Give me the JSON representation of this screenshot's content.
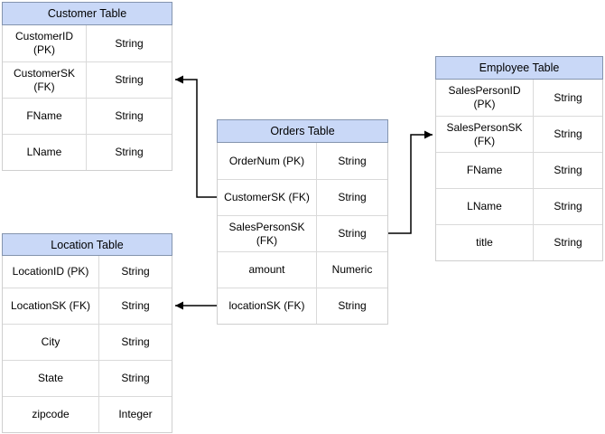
{
  "diagram": {
    "type": "entity-relationship-diagram",
    "background_color": "#ffffff",
    "header_fill_color": "#c9d8f7",
    "connector_color": "#000000",
    "tables": {
      "customer": {
        "title": "Customer Table",
        "rows": [
          {
            "field": "CustomerID (PK)",
            "type": "String"
          },
          {
            "field": "CustomerSK\n(FK)",
            "type": "String"
          },
          {
            "field": "FName",
            "type": "String"
          },
          {
            "field": "LName",
            "type": "String"
          }
        ]
      },
      "orders": {
        "title": "Orders Table",
        "rows": [
          {
            "field": "OrderNum (PK)",
            "type": "String"
          },
          {
            "field": "CustomerSK (FK)",
            "type": "String"
          },
          {
            "field": "SalesPersonSK\n(FK)",
            "type": "String"
          },
          {
            "field": "amount",
            "type": "Numeric"
          },
          {
            "field": "locationSK (FK)",
            "type": "String"
          }
        ]
      },
      "employee": {
        "title": "Employee Table",
        "rows": [
          {
            "field": "SalesPersonID (PK)",
            "type": "String"
          },
          {
            "field": "SalesPersonSK\n(FK)",
            "type": "String"
          },
          {
            "field": "FName",
            "type": "String"
          },
          {
            "field": "LName",
            "type": "String"
          },
          {
            "field": "title",
            "type": "String"
          }
        ]
      },
      "location": {
        "title": "Location Table",
        "rows": [
          {
            "field": "LocationID (PK)",
            "type": "String"
          },
          {
            "field": "LocationSK (FK)",
            "type": "String"
          },
          {
            "field": "City",
            "type": "String"
          },
          {
            "field": "State",
            "type": "String"
          },
          {
            "field": "zipcode",
            "type": "Integer"
          }
        ]
      }
    },
    "connectors": [
      {
        "from": "Orders Table / CustomerSK (FK)",
        "to": "Customer Table / CustomerSK (FK)",
        "arrow": "points-to-customer"
      },
      {
        "from": "Orders Table / SalesPersonSK (FK)",
        "to": "Employee Table / SalesPersonSK (FK)",
        "arrow": "points-to-employee"
      },
      {
        "from": "Orders Table / locationSK (FK)",
        "to": "Location Table / LocationSK (FK)",
        "arrow": "points-to-location"
      }
    ]
  }
}
